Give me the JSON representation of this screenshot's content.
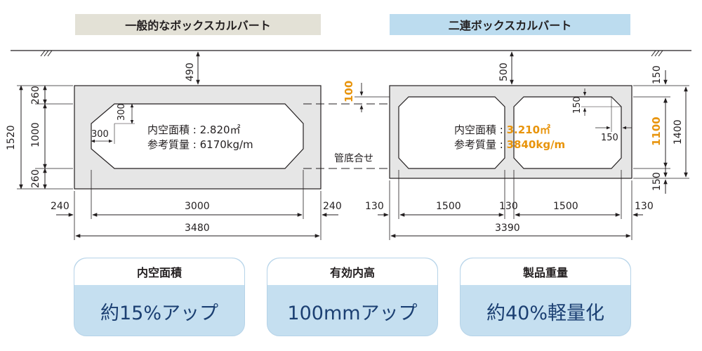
{
  "headers": {
    "left": "一般的なボックスカルバート",
    "right": "二連ボックスカルバート"
  },
  "left": {
    "dims": {
      "top_clearance": "490",
      "total_height": "1520",
      "top_slab": "260",
      "inner_height": "1000",
      "bottom_slab": "260",
      "haunch_v": "300",
      "haunch_h": "300",
      "wall_left": "240",
      "inner_width": "3000",
      "wall_right": "240",
      "total_width": "3480"
    },
    "area_label": "内空面積",
    "area_value": "2.820㎡",
    "mass_label": "参考質量",
    "mass_value": "6170kg/m"
  },
  "right": {
    "dims": {
      "top_clearance": "500",
      "height_diff": "100",
      "top_slab": "150",
      "inner_height": "1100",
      "bottom_slab": "150",
      "total_height": "1400",
      "haunch_v": "150",
      "haunch_h": "150",
      "wall_left": "130",
      "cell_left": "1500",
      "wall_mid": "130",
      "cell_right": "1500",
      "wall_right": "130",
      "total_width": "3390"
    },
    "area_label": "内空面積",
    "area_value": "3.210㎡",
    "mass_label": "参考質量",
    "mass_value": "3840kg/m"
  },
  "pipe_label": "管底合せ",
  "colors": {
    "concrete": "#e6e6e6",
    "highlight": "#e8940c",
    "header_left_bg": "#e3e1d6",
    "header_right_bg": "#bcdcef",
    "card_bg": "#c5dff0",
    "card_text": "#1b3f72"
  },
  "cards": [
    {
      "title": "内空面積",
      "value": "約15%アップ"
    },
    {
      "title": "有効内高",
      "value": "100mmアップ"
    },
    {
      "title": "製品重量",
      "value": "約40%軽量化"
    }
  ]
}
